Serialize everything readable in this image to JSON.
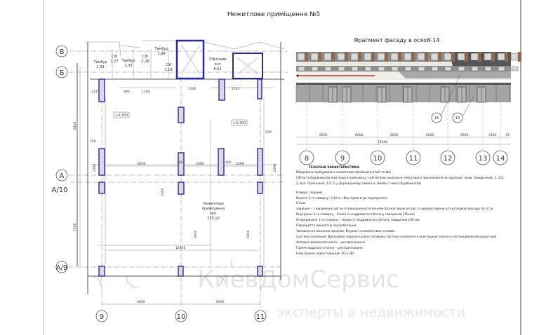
{
  "title": "Нежитлове приміщення №5",
  "facade": {
    "title": "Фрагмент фасаду в осях8-14",
    "callouts": [
      "16",
      "13"
    ],
    "dims": [
      "6600",
      "6600",
      "6600",
      "6600",
      "6600",
      "3300",
      "33"
    ],
    "total": "52600",
    "axes": [
      "8",
      "9",
      "10",
      "11",
      "12",
      "13",
      "14"
    ]
  },
  "plan": {
    "rows": [
      "В",
      "Б",
      "А",
      "А/10",
      "А/9"
    ],
    "cols": [
      "9",
      "10",
      "11"
    ],
    "rooms": [
      {
        "name": "Тамбур",
        "area": "2,33"
      },
      {
        "name": "С/б",
        "area": "2,27"
      },
      {
        "name": "Тамбур",
        "area": "2,35"
      },
      {
        "name": "С/б",
        "area": "2,28"
      },
      {
        "name": "Тамбур",
        "area": "1,94"
      },
      {
        "name": "С/б",
        "area": "1,19"
      },
      {
        "name": "Ліфтовий",
        "name2": "хол",
        "area": "6,52"
      }
    ],
    "main_room": {
      "line1": "Нежитлове",
      "line2": "приміщення",
      "line3": "№5",
      "area": "235,10"
    },
    "levels": [
      "+3,300",
      "+3,300"
    ],
    "dims": {
      "d6200": "6200",
      "d2900": "2900",
      "d2490": "2490",
      "d12950": "12950",
      "d6600a": "6600",
      "d6600b": "6600",
      "d8400": "8400",
      "d7000": "7000",
      "d400a": "400",
      "d400b": "400",
      "d250a": "250",
      "d250b": "250",
      "d1125": "1125",
      "d890": "890",
      "d1100": "1100",
      "d3100": "3100",
      "d2525": "2525",
      "d2390a": "2390",
      "d2390b": "2390",
      "d5800a": "5800",
      "d5800b": "5800",
      "d1950": "1950"
    }
  },
  "spec": {
    "lines": [
      "ТЕХНІЧНА ХАРАКТЕРИСТИКА",
      "Вбудовано-прибудоване нежитлове приміщення №5 та №6",
      "(Об'єкта будівництва житлового комплексу з об'єктами соціально-побутового призначення за адресою: пров. Заводський, 1, 1/2,",
      "2, вул. Причальна, 1/5, 5 у Дарницькому районі м. Києва (І черга будівництва)",
      "Поверх: перший.",
      "Висота 1-го поверху: 3,10 м. (Від підлоги до перекриття)",
      "Стіни:",
      "зовнішні – з керамічної цегли із зовнішнім утепленням базальтовою ватою та декоративною штукатуркою фасаду по сітці;",
      "Внутрішні 1-го поверху – блоки із ніздрюватого бетону товщиною 250 мм;",
      "Огороджуючі 1-го поверху – блоки із ніздрюватого бетону товщиною 100 мм.",
      "Перекриття монолітне залізобетонне.",
      "Заповнення віконних прорізів: Вітражі із алюмінієвих сплавів.",
      "Система опалення: Двотрубна горизонтальна тупикова система опалення в конструкції підлоги з встановленням радіаторів",
      "Холодне водопостачання – централізоване",
      "Гаряче водопостачання – централізоване.",
      "Електричне навантаження- 20,3 кВт"
    ]
  },
  "watermark": {
    "line1": "КиевДомСервис",
    "line2": "эксперты в недвижимости"
  }
}
